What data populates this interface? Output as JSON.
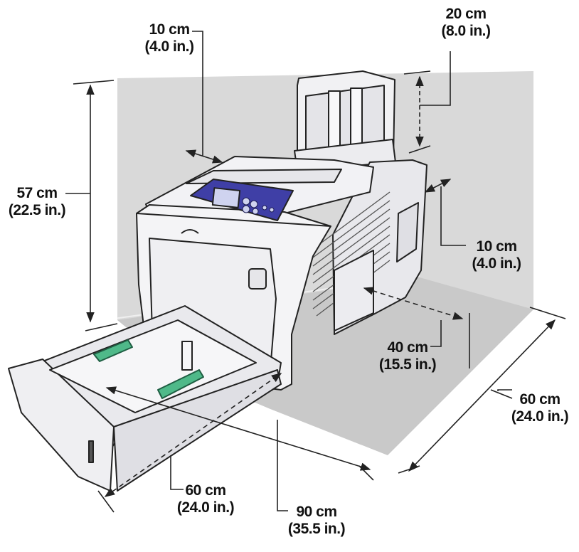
{
  "colors": {
    "floor": "#c8c8c8",
    "wall": "#d8d8d8",
    "printer_body": "#f4f4f6",
    "control_panel": "#3f3fa6",
    "tray_guides": "#4fb989",
    "lines": "#222222"
  },
  "dimensions": {
    "top_left": {
      "metric": "10 cm",
      "imperial": "(4.0 in.)"
    },
    "top_right": {
      "metric": "20 cm",
      "imperial": "(8.0 in.)"
    },
    "height": {
      "metric": "57 cm",
      "imperial": "(22.5 in.)"
    },
    "side_right": {
      "metric": "10 cm",
      "imperial": "(4.0 in.)"
    },
    "rear_depth": {
      "metric": "40 cm",
      "imperial": "(15.5 in.)"
    },
    "floor_depth": {
      "metric": "60 cm",
      "imperial": "(24.0 in.)"
    },
    "front_width": {
      "metric": "60 cm",
      "imperial": "(24.0 in.)"
    },
    "front_depth": {
      "metric": "90 cm",
      "imperial": "(35.5 in.)"
    }
  }
}
